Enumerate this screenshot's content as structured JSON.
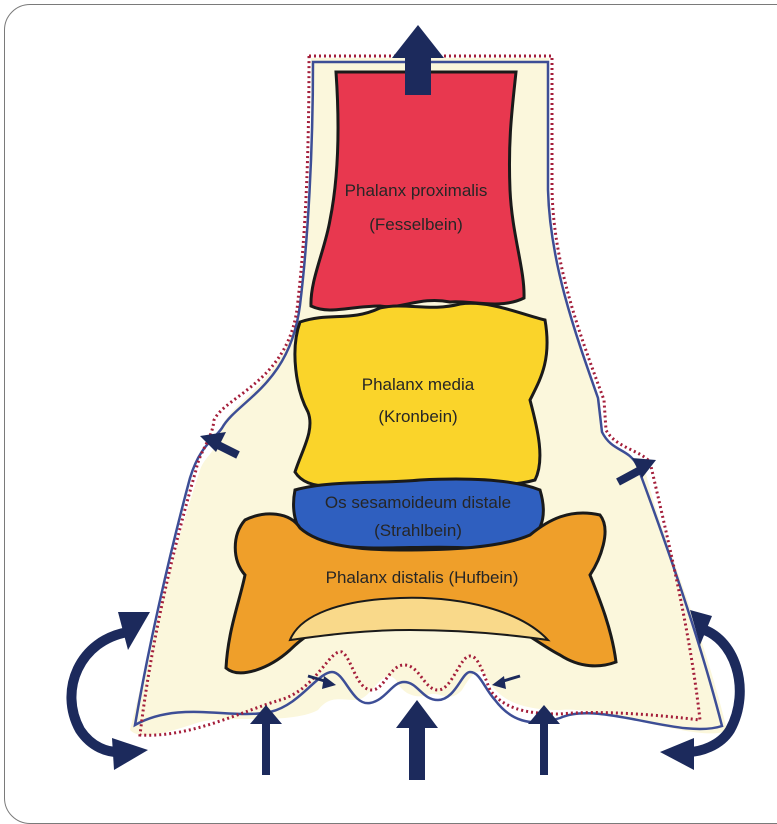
{
  "colors": {
    "background": "#ffffff",
    "frame_border": "#7a7a7a",
    "soft_tissue": "#fbf7dc",
    "outline_blue": "#3d4e96",
    "outline_red_dotted": "#a41e3a",
    "arrow": "#1c2a5c",
    "bone_outline": "#1a1a1a",
    "phalanx_proximalis": "#e8384f",
    "phalanx_media": "#fad42a",
    "os_sesamoideum": "#2f5fbf",
    "phalanx_distalis": "#ef9f2a",
    "sole_inner": "#f9d98a"
  },
  "bones": {
    "proximalis": {
      "line1": "Phalanx proximalis",
      "line2": "(Fesselbein)"
    },
    "media": {
      "line1": "Phalanx media",
      "line2": "(Kronbein)"
    },
    "sesamoideum": {
      "line1": "Os sesamoideum distale",
      "line2": "(Strahlbein)"
    },
    "distalis": {
      "line1": "Phalanx distalis (Hufbein)"
    }
  },
  "icons": {
    "up_arrow_top": "arrow-up-icon",
    "ground_arrows": "arrow-up-icon",
    "side_arrows": "curved-arrow-icon",
    "inward_arrows": "arrow-inward-icon"
  }
}
